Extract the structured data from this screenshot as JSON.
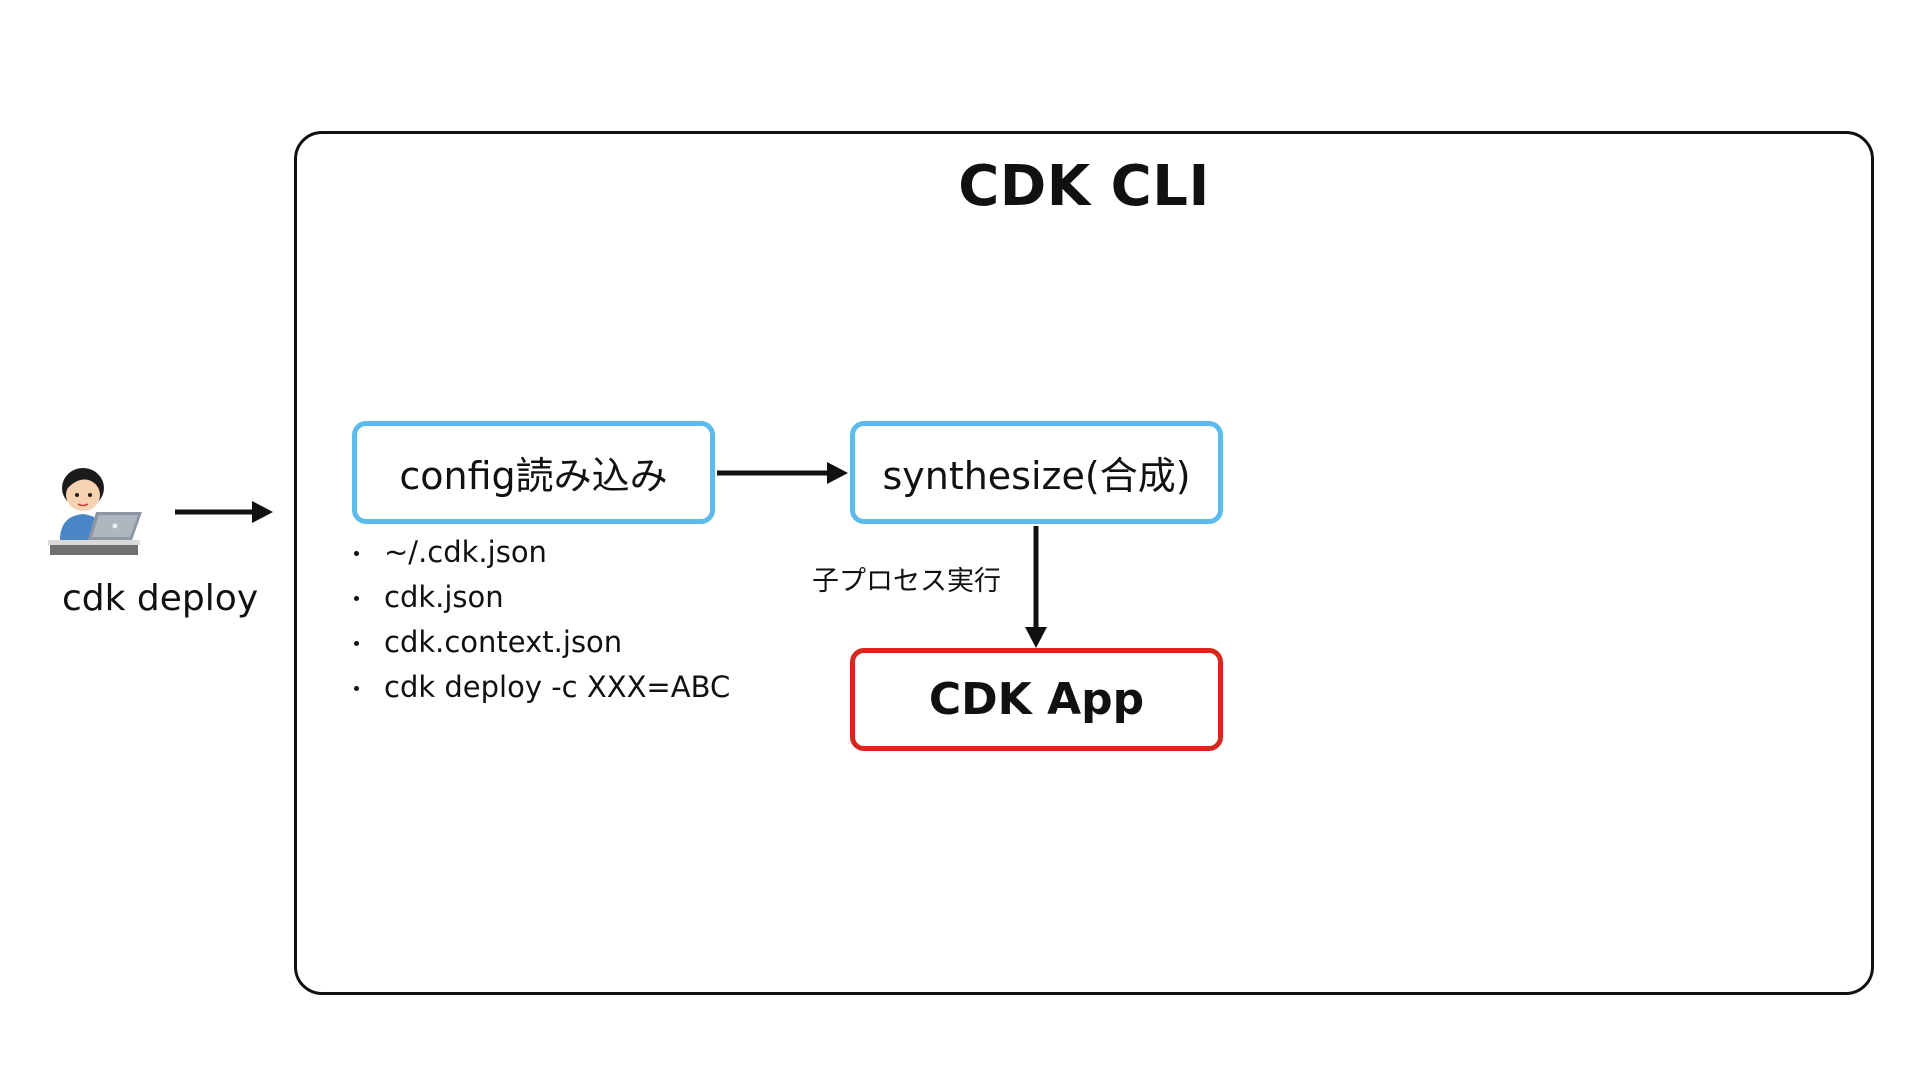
{
  "cli": {
    "title": "CDK CLI"
  },
  "user": {
    "label": "cdk deploy",
    "icon": "person-with-laptop-icon"
  },
  "nodes": {
    "config": "config読み込み",
    "synthesize": "synthesize(合成)",
    "app": "CDK App"
  },
  "config_sources": [
    "~/.cdk.json",
    "cdk.json",
    "cdk.context.json",
    "cdk deploy -c XXX=ABC"
  ],
  "edges": {
    "synth_to_app_label": "子プロセス実行"
  },
  "colors": {
    "config_border": "#5bbbec",
    "synthesize_border": "#5bbbec",
    "app_border": "#d8281c"
  }
}
